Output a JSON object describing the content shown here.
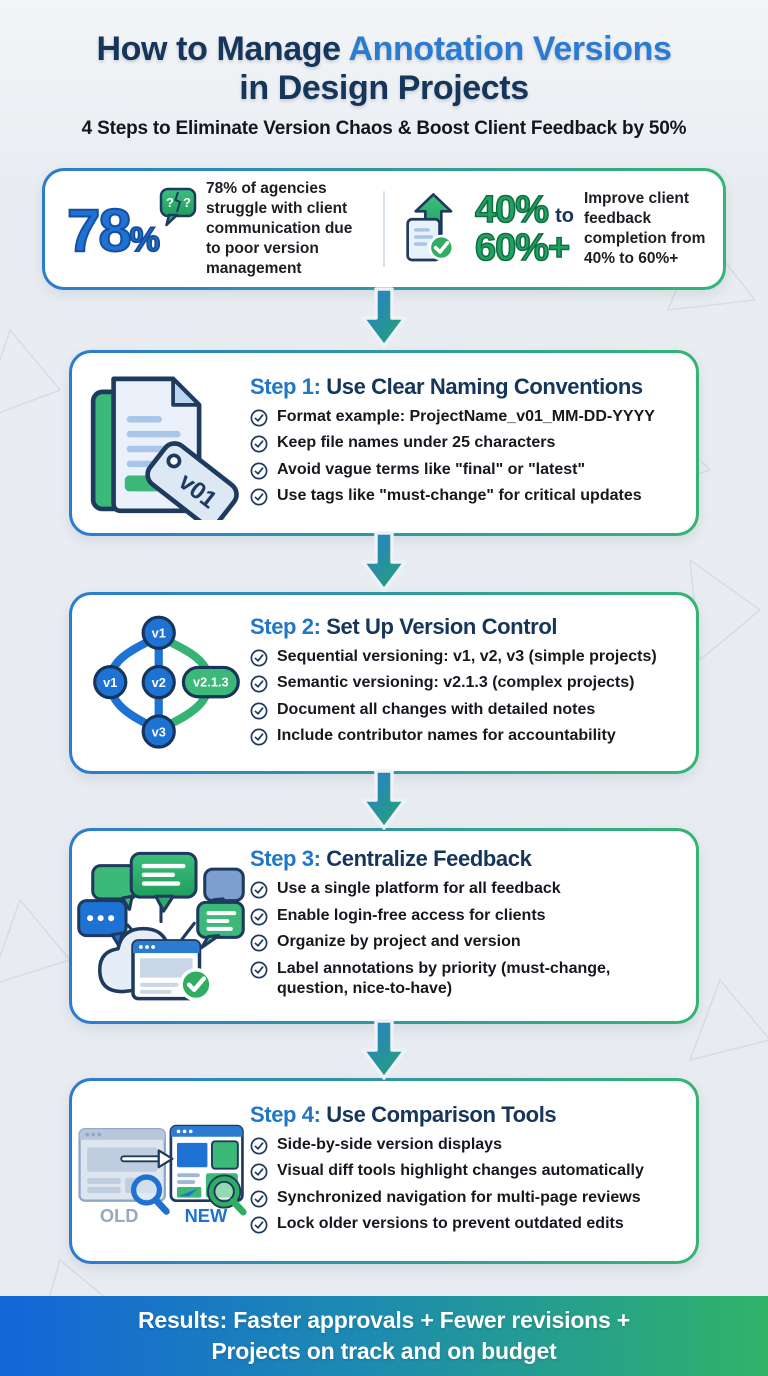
{
  "header": {
    "title_dark": "How to Manage ",
    "title_accent": "Annotation Versions",
    "title_line2": "in Design Projects",
    "subtitle": "4 Steps to Eliminate Version Chaos & Boost Client Feedback by 50%"
  },
  "stats": {
    "agencies": {
      "icon": "question-bubble-icon",
      "value_number": "78",
      "value_symbol": "%",
      "icon_question": "?",
      "text": "78% of agencies struggle with client communication due to poor version management"
    },
    "improve": {
      "icon": "growth-document-icon",
      "value_top": "40%",
      "connector": "to",
      "value_bottom": "60%+",
      "text": "Improve client feedback completion from 40% to 60%+"
    }
  },
  "steps": [
    {
      "label": "Step 1:",
      "title": "Use Clear Naming Conventions",
      "icon": "document-version-tag-icon",
      "tag_label": "v01",
      "bullets": [
        "Format example: ProjectName_v01_MM-DD-YYYY",
        "Keep file names under 25 characters",
        "Avoid vague terms like \"final\" or \"latest\"",
        "Use tags like \"must-change\" for critical updates"
      ]
    },
    {
      "label": "Step 2:",
      "title": "Set Up Version Control",
      "icon": "version-branch-graph-icon",
      "nodes": [
        "v1",
        "v1",
        "v2",
        "v2.1.3",
        "v3"
      ],
      "bullets": [
        "Sequential versioning: v1, v2, v3 (simple projects)",
        "Semantic versioning: v2.1.3 (complex projects)",
        "Document all changes with detailed notes",
        "Include contributor names for accountability"
      ]
    },
    {
      "label": "Step 3:",
      "title": "Centralize Feedback",
      "icon": "cloud-feedback-icon",
      "bullets": [
        "Use a single platform for all feedback",
        "Enable login-free access for clients",
        "Organize by project and version",
        "Label annotations by priority (must-change, question, nice-to-have)"
      ]
    },
    {
      "label": "Step 4:",
      "title": "Use Comparison Tools",
      "icon": "comparison-windows-icon",
      "old_label": "OLD",
      "new_label": "NEW",
      "bullets": [
        "Side-by-side version displays",
        "Visual diff tools highlight changes automatically",
        "Synchronized navigation for multi-page reviews",
        "Lock older versions to prevent outdated edits"
      ]
    }
  ],
  "footer": {
    "line1": "Results: Faster approvals + Fewer revisions +",
    "line2": "Projects on track and on budget"
  },
  "colors": {
    "navy": "#16355a",
    "accent_blue": "#2b7cd0",
    "stat_blue": "#1d72d4",
    "green": "#2fae62",
    "background": "#e8ecf0",
    "footer_gradient_left": "#1465d8",
    "footer_gradient_right": "#2fb468"
  }
}
